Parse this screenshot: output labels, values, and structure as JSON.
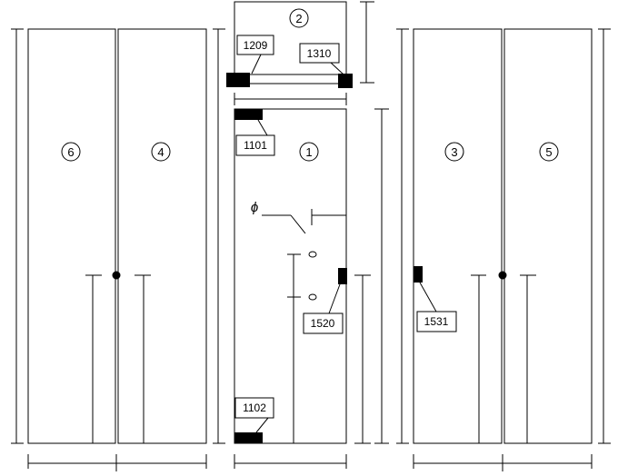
{
  "panels": {
    "p1": "1",
    "p2": "2",
    "p3": "3",
    "p4": "4",
    "p5": "5",
    "p6": "6"
  },
  "tags": {
    "t1209": "1209",
    "t1310": "1310",
    "t1101": "1101",
    "t1520": "1520",
    "t1531": "1531",
    "t1102": "1102"
  },
  "symbols": {
    "phi": "ϕ"
  },
  "colors": {
    "line": "#000000",
    "background": "#ffffff"
  }
}
